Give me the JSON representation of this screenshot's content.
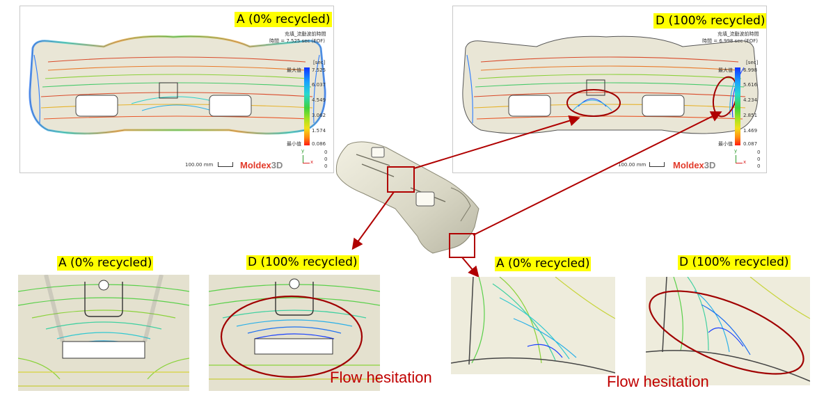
{
  "panel_a": {
    "label": "A (0% recycled)",
    "result_title": "充填_流動波前時間",
    "time_line": "時間 = 7.525 sec (EOF)",
    "unit": "[sec]",
    "max_label": "最大值",
    "min_label": "最小值",
    "ticks": [
      "7.525",
      "6.037",
      "4.549",
      "3.062",
      "1.574",
      "0.086"
    ],
    "scale_bar": "100.00 mm",
    "logo": "Moldex",
    "logo_suffix": "3D"
  },
  "panel_d": {
    "label": "D (100% recycled)",
    "result_title": "充填_流動波前時間",
    "time_line": "時間 = 6.998 sec (EOF)",
    "unit": "[sec]",
    "max_label": "最大值",
    "min_label": "最小值",
    "ticks": [
      "6.998",
      "5.616",
      "4.234",
      "2.851",
      "1.469",
      "0.087"
    ],
    "scale_bar": "100.00 mm",
    "logo": "Moldex",
    "logo_suffix": "3D"
  },
  "axis_triad": {
    "y": "y",
    "x": "x",
    "zeros": [
      "0",
      "0",
      "0"
    ]
  },
  "zoom_labels": [
    "A (0% recycled)",
    "D (100% recycled)",
    "A (0% recycled)",
    "D (100% recycled)"
  ],
  "annotations": {
    "left": "Flow hesitation",
    "right": "Flow hesitation"
  },
  "colors": {
    "highlight": "#ffff00",
    "arrow": "#b00000",
    "annotation": "#c00000",
    "part": "#d8d6c4"
  }
}
